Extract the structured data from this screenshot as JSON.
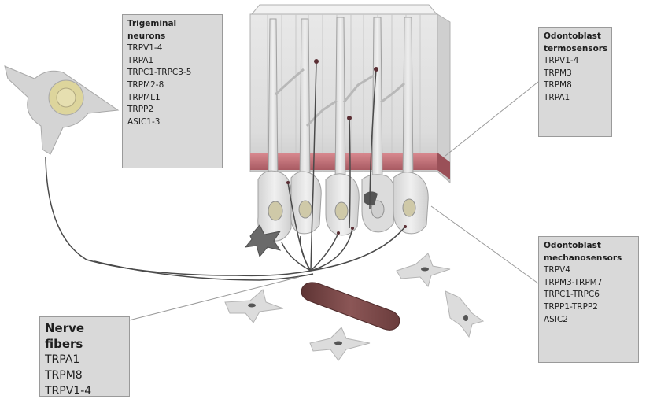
{
  "trigeminal_neurons": {
    "title_line1": "Trigeminal",
    "title_line2": "neurons",
    "items": [
      "TRPV1-4",
      "TRPA1",
      "TRPC1-TRPC3-5",
      "TRPM2-8",
      "TRPML1",
      "TRPP2",
      "ASIC1-3"
    ]
  },
  "odontoblast_termosensors": {
    "title_line1": "Odontoblast",
    "title_line2": "termosensors",
    "items": [
      "TRPV1-4",
      "TRPM3",
      "TRPM8",
      "TRPA1"
    ]
  },
  "odontoblast_mechanosensors": {
    "title_line1": "Odontoblast",
    "title_line2": "mechanosensors",
    "items": [
      "TRPV4",
      "TRPM3-TRPM7",
      "TRPC1-TRPC6",
      "TRPP1-TRPP2",
      "ASIC2"
    ]
  },
  "nerve_fibers": {
    "title": "Nerve fibers",
    "items": [
      "TRPA1",
      "TRPM8",
      "TRPV1-4"
    ]
  },
  "colors": {
    "box_fill": "#d9d9d9",
    "box_border": "#9a9a9a",
    "leader_line": "#9a9a9a",
    "nerve_fiber": "#4a4a4a",
    "cell_fill": "#e4e4e4",
    "cell_stroke": "#a0a0a0",
    "nucleus": "#c8c8c8",
    "dentin_band": "#c47a80",
    "dentin_top": "#f0f0f0",
    "vessel": "#7a4848",
    "dark_cell": "#6a6a6a"
  }
}
